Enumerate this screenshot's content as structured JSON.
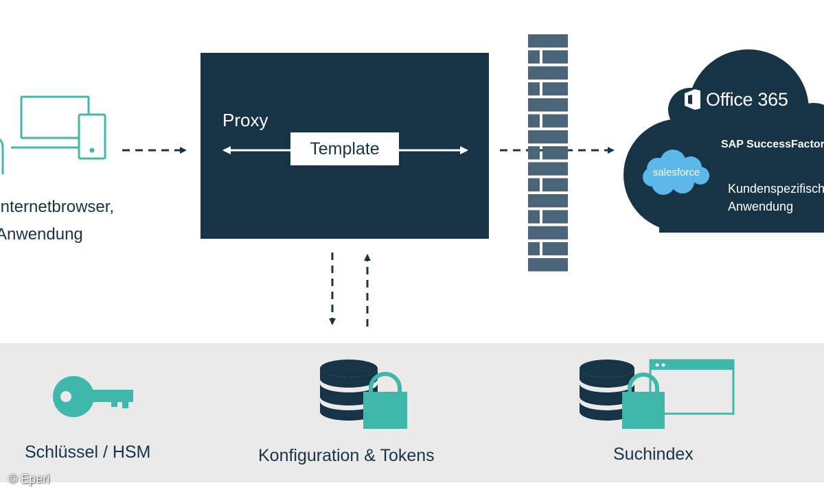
{
  "proxy": {
    "label": "Proxy",
    "template_label": "Template"
  },
  "client": {
    "label": "Internetbrowser,\nAnwendung"
  },
  "cloud": {
    "office_label": "Office 365",
    "sap_label": "SAP SuccessFactors",
    "salesforce_label": "salesforce",
    "custom_label": "Kundenspezifische\nAnwendung"
  },
  "bottom": {
    "key_label": "Schlüssel / HSM",
    "config_label": "Konfiguration & Tokens",
    "search_label": "Suchindex"
  },
  "copyright": "© Eperi",
  "colors": {
    "navy": "#173447",
    "teal": "#3fb8ab",
    "wall": "#4a6478",
    "band": "#eaeaea"
  }
}
